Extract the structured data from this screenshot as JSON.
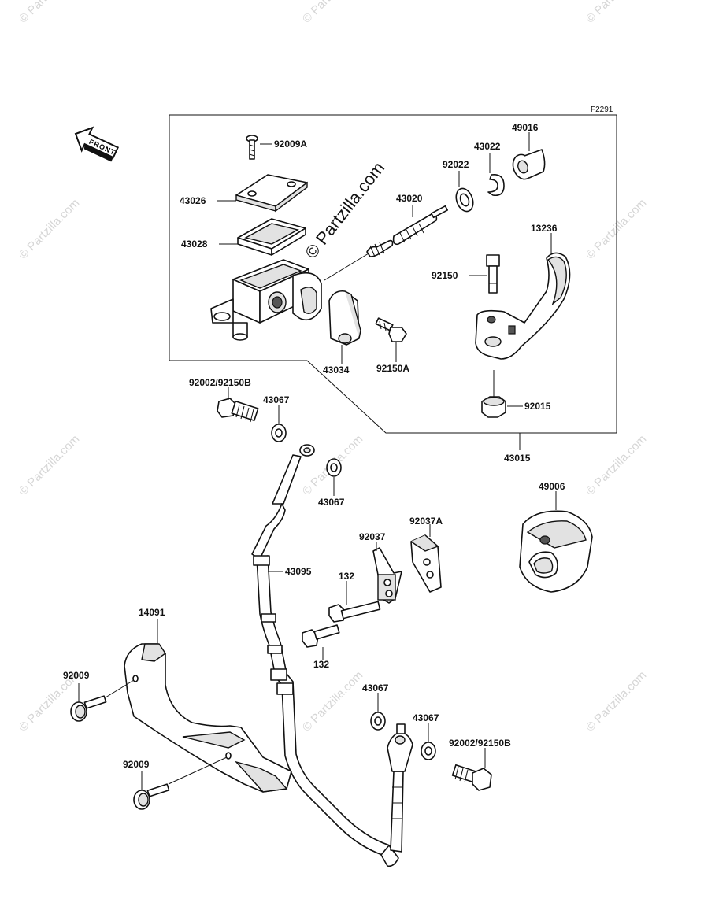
{
  "figure_code": "F2291",
  "front_label": "FRONT",
  "watermark_main": "© Partzilla.com",
  "watermark_tile": "© Partzilla.com",
  "labels": {
    "p92009A": "92009A",
    "p43026": "43026",
    "p43028": "43028",
    "p43020": "43020",
    "p92022": "92022",
    "p43022": "43022",
    "p49016": "49016",
    "p13236": "13236",
    "p92150": "92150",
    "p43034": "43034",
    "p92150A": "92150A",
    "p92015": "92015",
    "p43015": "43015",
    "p92002_top": "92002/92150B",
    "p43067_a": "43067",
    "p43067_b": "43067",
    "p49006": "49006",
    "p92037A": "92037A",
    "p92037": "92037",
    "p43095": "43095",
    "p132_a": "132",
    "p132_b": "132",
    "p14091": "14091",
    "p92009_a": "92009",
    "p92009_b": "92009",
    "p43067_c": "43067",
    "p43067_d": "43067",
    "p92002_bot": "92002/92150B"
  }
}
